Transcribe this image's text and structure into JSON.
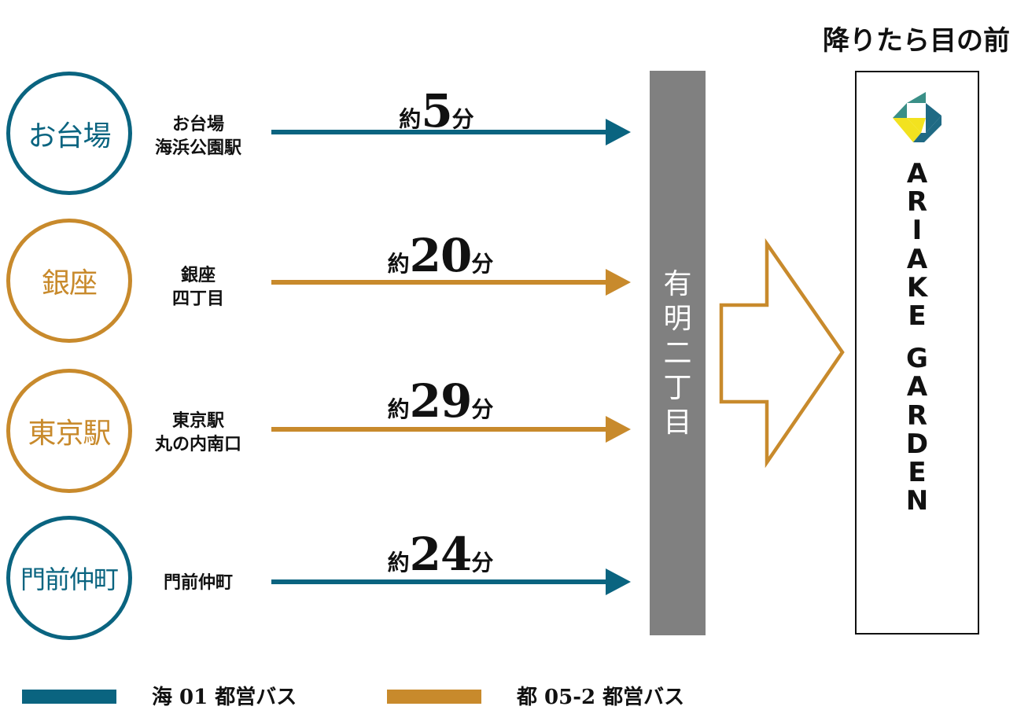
{
  "colors": {
    "blue": "#0a6480",
    "gold": "#c88a2c",
    "hub_gray": "#808080"
  },
  "routes": [
    {
      "circle_label": "お台場",
      "stop_label": [
        "お台場",
        "海浜公園駅"
      ],
      "time_prefix": "約",
      "time_value": "5",
      "time_suffix": "分",
      "line": "blue"
    },
    {
      "circle_label": "銀座",
      "stop_label": [
        "銀座",
        "四丁目"
      ],
      "time_prefix": "約",
      "time_value": "20",
      "time_suffix": "分",
      "line": "gold"
    },
    {
      "circle_label": "東京駅",
      "stop_label": [
        "東京駅",
        "丸の内南口"
      ],
      "time_prefix": "約",
      "time_value": "29",
      "time_suffix": "分",
      "line": "gold"
    },
    {
      "circle_label": "門前仲町",
      "stop_label": [
        "門前仲町"
      ],
      "time_prefix": "約",
      "time_value": "24",
      "time_suffix": "分",
      "line": "blue"
    }
  ],
  "hub": {
    "label": "有明二丁目"
  },
  "destination": {
    "title": "降りたら目の前",
    "brand_letters": [
      "A",
      "R",
      "I",
      "A",
      "K",
      "E",
      "G",
      "A",
      "R",
      "D",
      "E",
      "N"
    ],
    "logo_icon": "ariake-garden-logo-icon"
  },
  "legend": [
    {
      "label": "海 01 都営バス",
      "color": "blue"
    },
    {
      "label": "都 05-2 都営バス",
      "color": "gold"
    }
  ]
}
